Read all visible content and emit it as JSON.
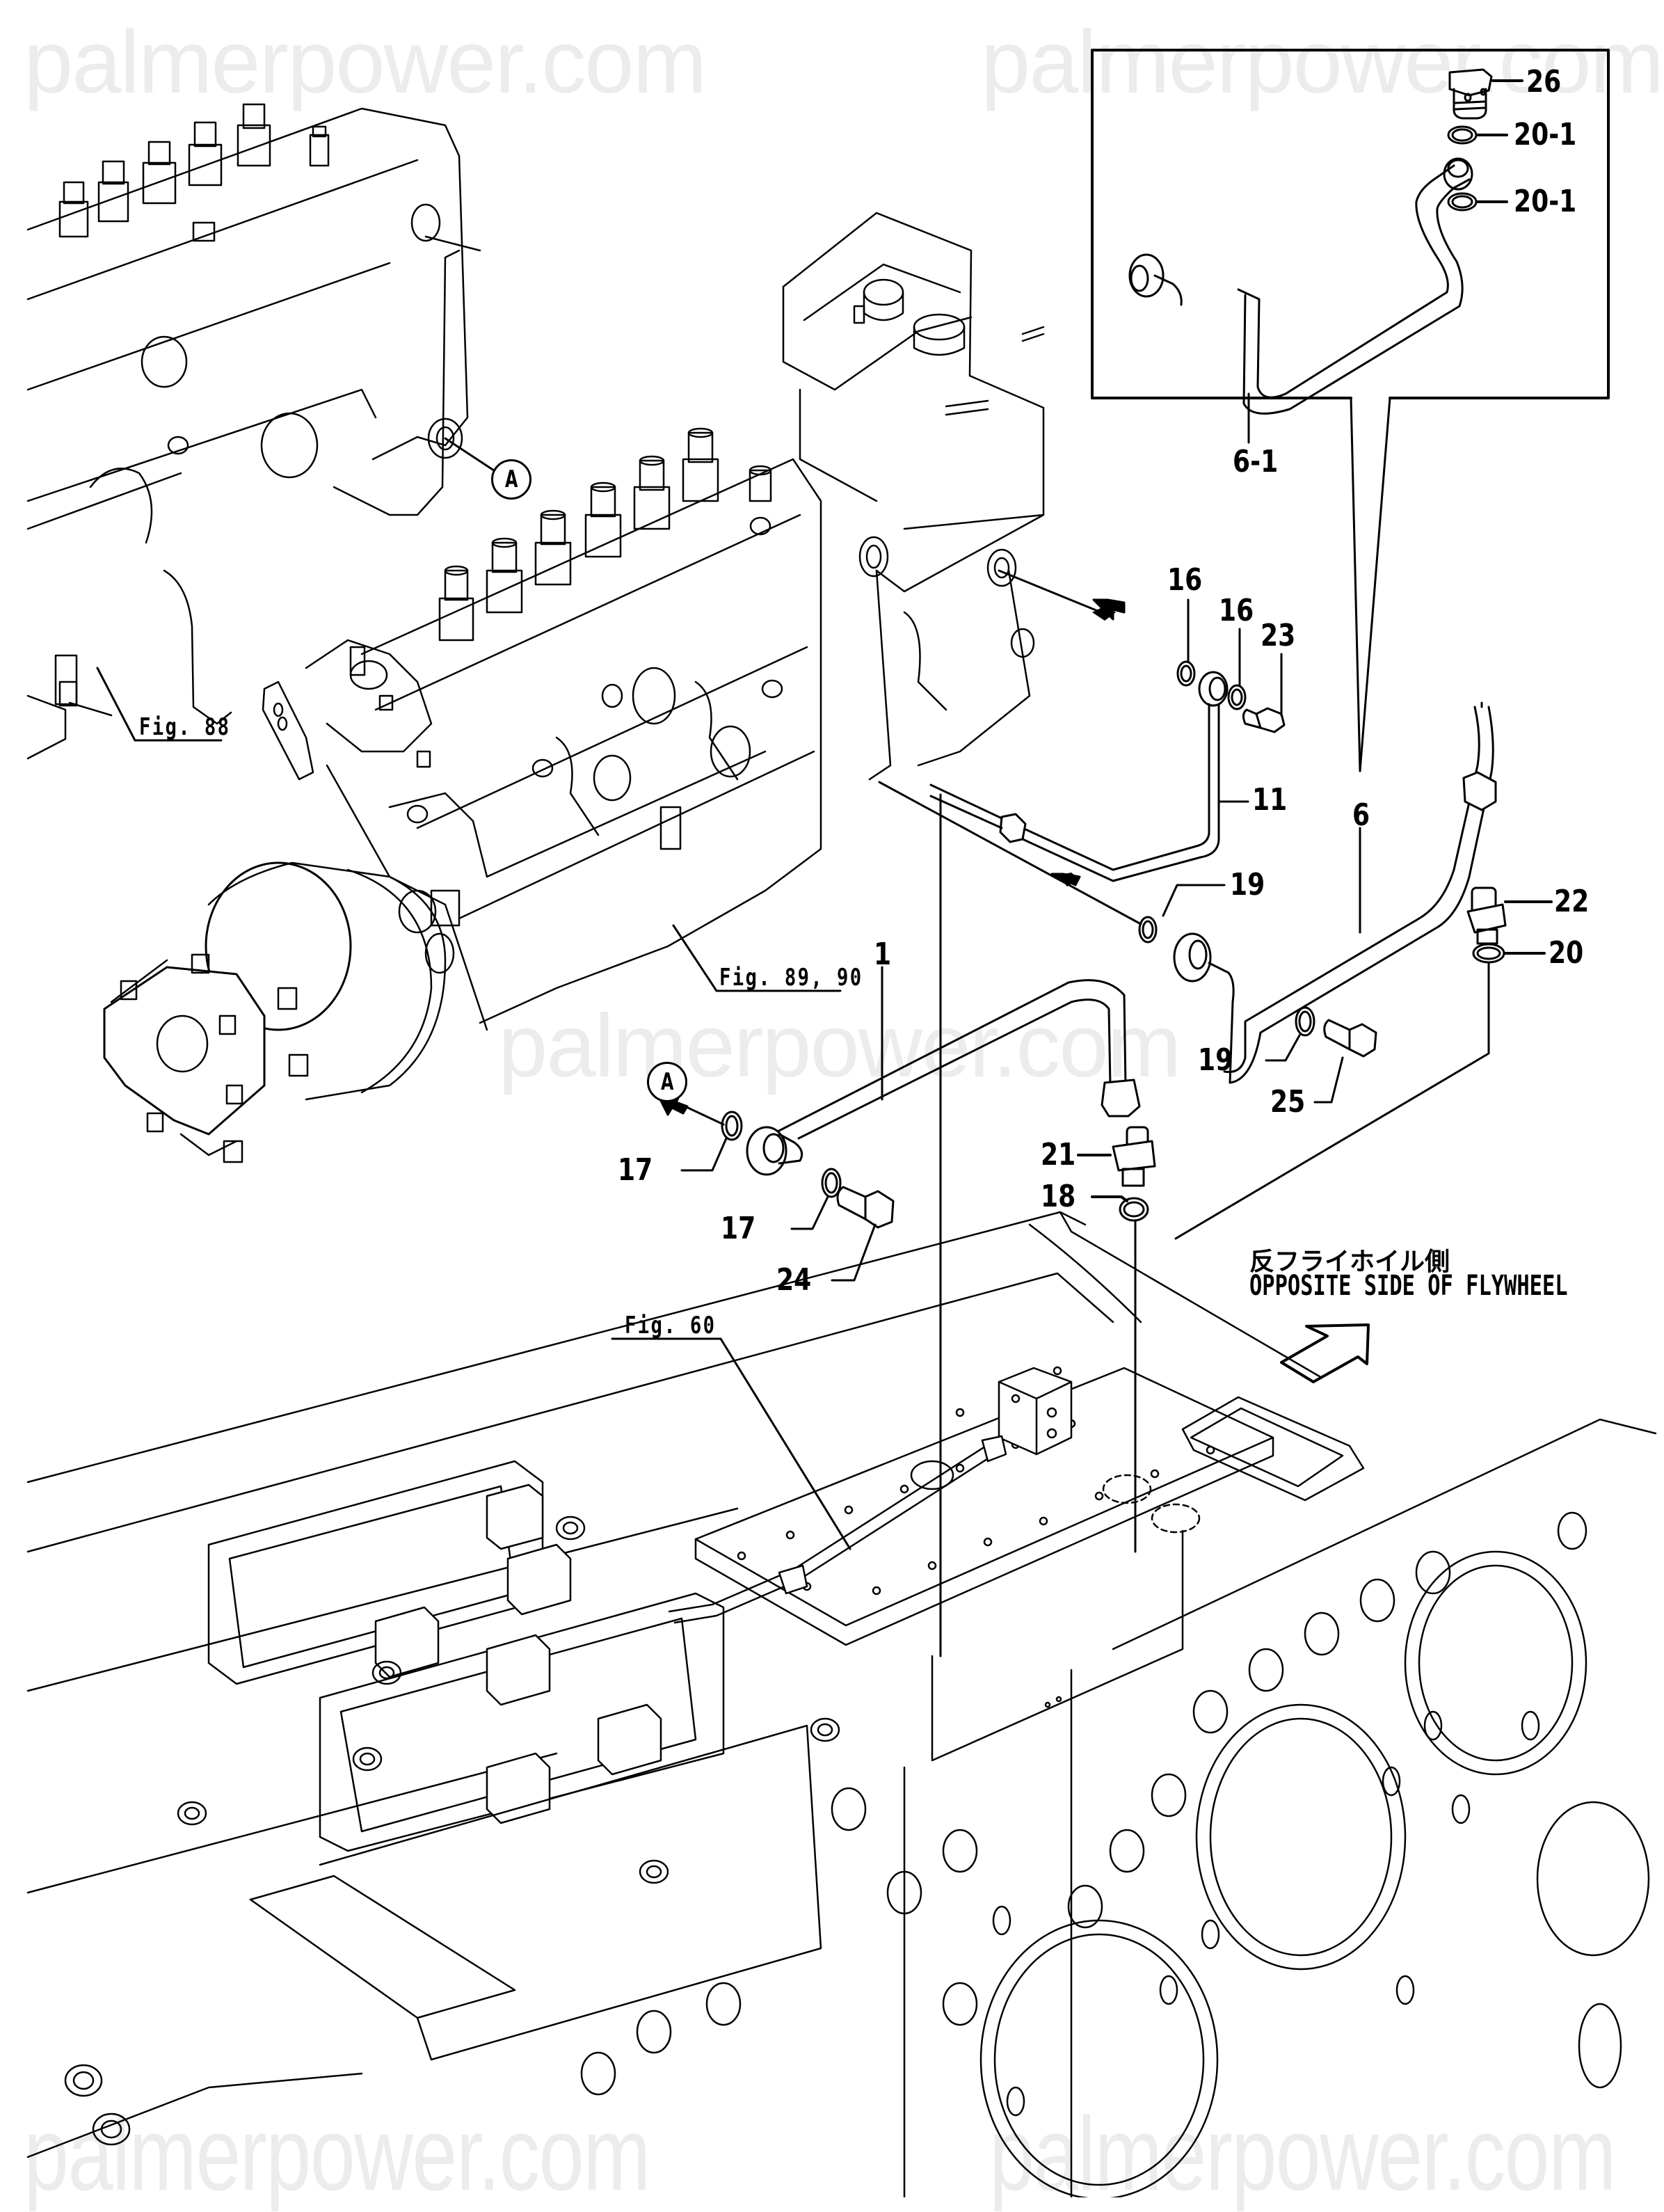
{
  "watermark": {
    "text": "palmerpower.com",
    "color": "#ececec"
  },
  "diagram": {
    "type": "exploded parts diagram",
    "subject": "fuel injection pump piping / fuel feed pipes",
    "line_color": "#000000",
    "background": "#ffffff"
  },
  "callouts": {
    "c26": "26",
    "c20_1a": "20-1",
    "c20_1b": "20-1",
    "c6_1": "6-1",
    "c16a": "16",
    "c16b": "16",
    "c23": "23",
    "c11": "11",
    "c6": "6",
    "c19a": "19",
    "c22": "22",
    "c20": "20",
    "c19b": "19",
    "c25": "25",
    "c1": "1",
    "c17a": "17",
    "c17b": "17",
    "c21": "21",
    "c18": "18",
    "c24": "24"
  },
  "figure_refs": {
    "fig88": "Fig. 88",
    "fig89_90": "Fig. 89, 90",
    "fig60": "Fig. 60"
  },
  "reference_markers": {
    "a_top": "A",
    "a_bottom": "A"
  },
  "direction_note": {
    "japanese": "反フライホイル側",
    "english": "OPPOSITE SIDE OF FLYWHEEL",
    "icon": "direction-arrow-icon"
  },
  "inset": {
    "description": "detail view of pipe 6-1 with banjo bolt 26 and washers 20-1"
  }
}
